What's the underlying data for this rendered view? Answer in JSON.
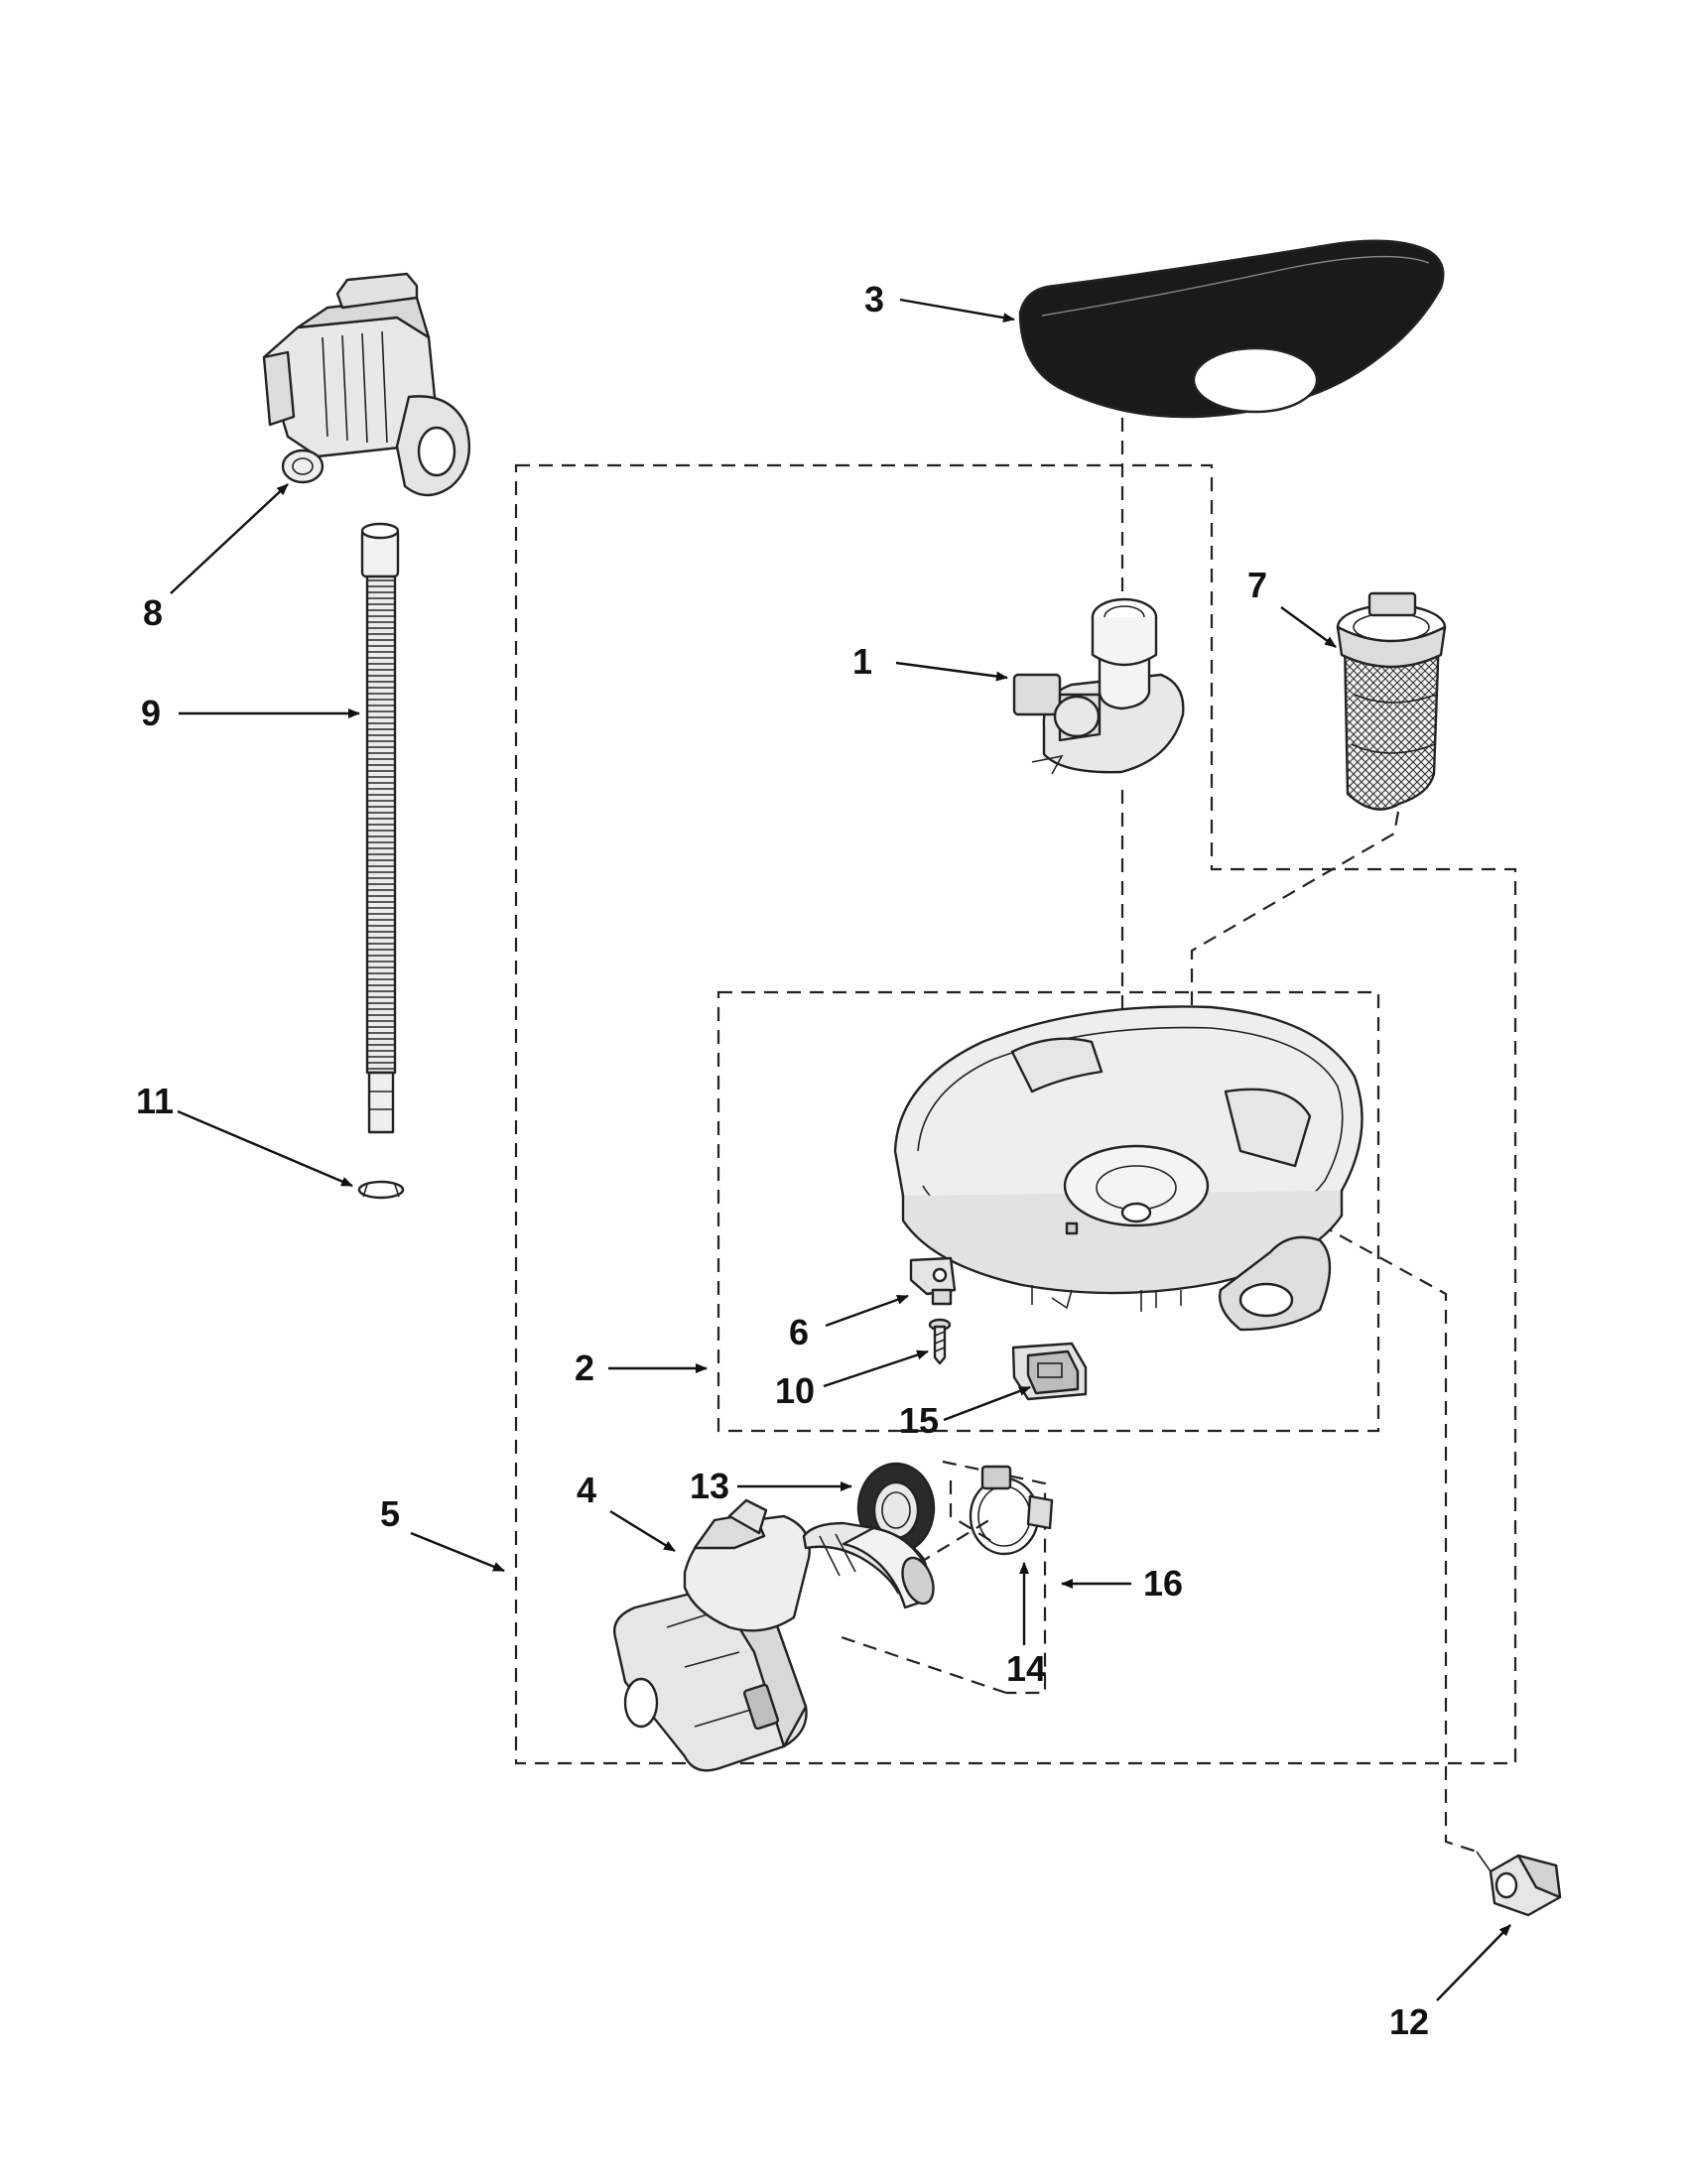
{
  "callouts": {
    "c1": "1",
    "c2": "2",
    "c3": "3",
    "c4": "4",
    "c5": "5",
    "c6": "6",
    "c7": "7",
    "c8": "8",
    "c9": "9",
    "c10": "10",
    "c11": "11",
    "c12": "12",
    "c13": "13",
    "c14": "14",
    "c15": "15",
    "c16": "16"
  },
  "colors": {
    "line": "#222222",
    "part_fill": "#e8e8e8",
    "filter_dark": "#1a1a1a"
  }
}
